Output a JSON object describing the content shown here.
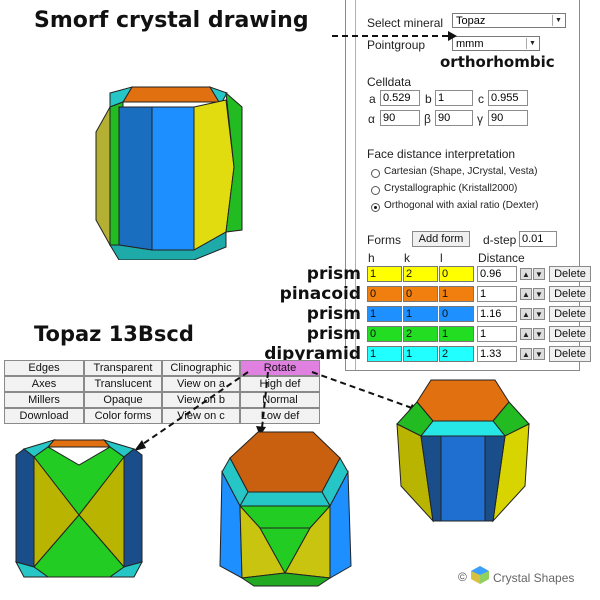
{
  "titles": {
    "main": "Smorf crystal drawing",
    "sub": "Topaz 13Bscd",
    "pointgroup_note": "orthorhombic"
  },
  "panel": {
    "select_mineral_label": "Select mineral",
    "mineral_value": "Topaz",
    "pointgroup_label": "Pointgroup",
    "pointgroup_value": "mmm",
    "celldata_label": "Celldata",
    "cell": {
      "a_label": "a",
      "a": "0.529",
      "b_label": "b",
      "b": "1",
      "c_label": "c",
      "c": "0.955",
      "alpha_label": "α",
      "alpha": "90",
      "beta_label": "β",
      "beta": "90",
      "gamma_label": "γ",
      "gamma": "90"
    },
    "face_dist_label": "Face distance interpretation",
    "options": [
      {
        "label": "Cartesian (Shape, JCrystal, Vesta)",
        "selected": false
      },
      {
        "label": "Crystallographic (Kristall2000)",
        "selected": false
      },
      {
        "label": "Orthogonal with axial ratio (Dexter)",
        "selected": true
      }
    ],
    "forms_label": "Forms",
    "add_form_label": "Add form",
    "dstep_label": "d-step",
    "dstep_value": "0.01",
    "headers": {
      "h": "h",
      "k": "k",
      "l": "l",
      "distance": "Distance"
    },
    "rows": [
      {
        "name": "prism",
        "h": "1",
        "k": "2",
        "l": "0",
        "distance": "0.96",
        "color": "#ffff00",
        "delete": "Delete"
      },
      {
        "name": "pinacoid",
        "h": "0",
        "k": "0",
        "l": "1",
        "distance": "1",
        "color": "#f07f10",
        "delete": "Delete"
      },
      {
        "name": "prism",
        "h": "1",
        "k": "1",
        "l": "0",
        "distance": "1.16",
        "color": "#1e90ff",
        "delete": "Delete"
      },
      {
        "name": "prism",
        "h": "0",
        "k": "2",
        "l": "1",
        "distance": "1",
        "color": "#22dd22",
        "delete": "Delete"
      },
      {
        "name": "dipyramid",
        "h": "1",
        "k": "1",
        "l": "2",
        "distance": "1.33",
        "color": "#22ffff",
        "delete": "Delete"
      }
    ]
  },
  "buttons": [
    [
      "Edges",
      "Transparent",
      "Clinographic",
      "Rotate"
    ],
    [
      "Axes",
      "Translucent",
      "View on a",
      "High def"
    ],
    [
      "Millers",
      "Opaque",
      "View on b",
      "Normal"
    ],
    [
      "Download",
      "Color forms",
      "View on c",
      "Low def"
    ]
  ],
  "copyright": "©",
  "brand": "Crystal Shapes",
  "colors": {
    "accent_rotate": "#e080e0",
    "yellow": "#d8d800",
    "orange": "#e07010",
    "blue": "#1e90ff",
    "green": "#22cc22",
    "cyan": "#33e0e0"
  }
}
